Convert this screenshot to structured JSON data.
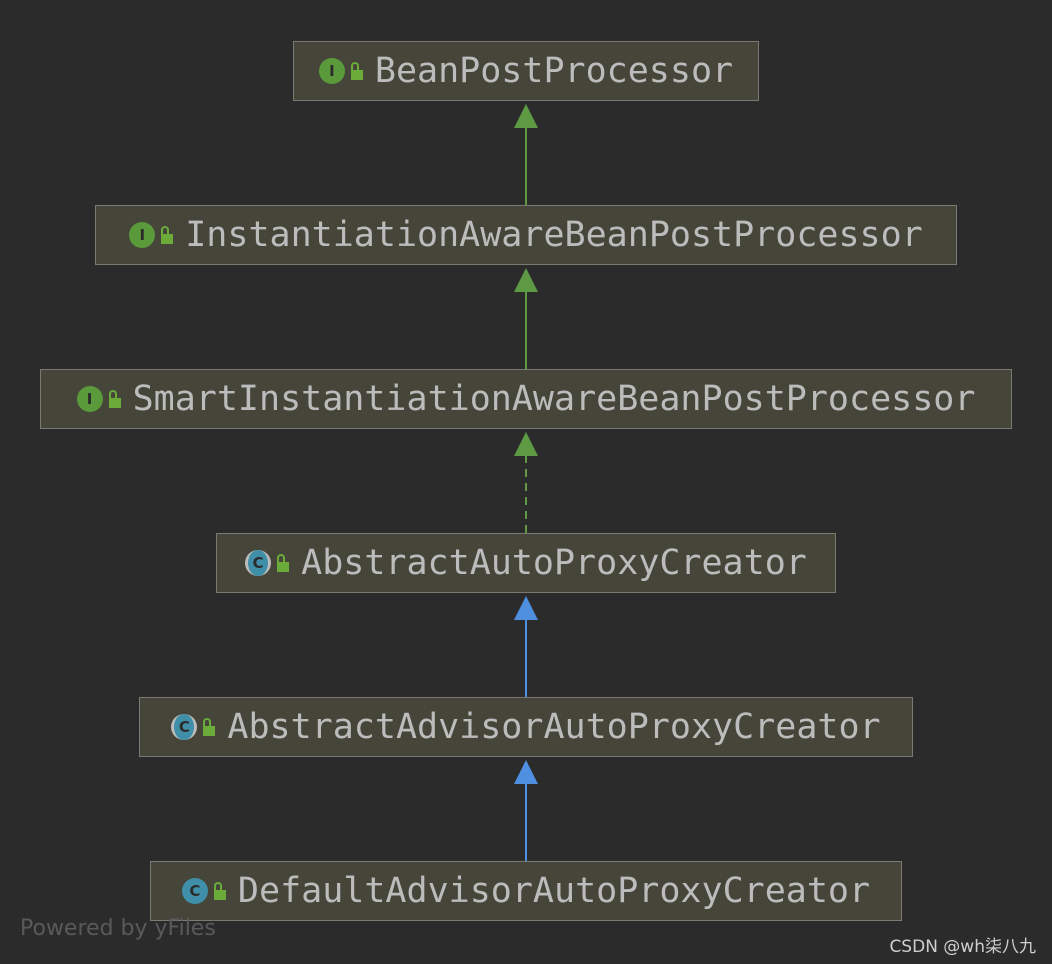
{
  "nodes": {
    "n1": {
      "label": "BeanPostProcessor",
      "kind": "interface",
      "kind_letter": "I"
    },
    "n2": {
      "label": "InstantiationAwareBeanPostProcessor",
      "kind": "interface",
      "kind_letter": "I"
    },
    "n3": {
      "label": "SmartInstantiationAwareBeanPostProcessor",
      "kind": "interface",
      "kind_letter": "I"
    },
    "n4": {
      "label": "AbstractAutoProxyCreator",
      "kind": "abstract-class",
      "kind_letter": "C"
    },
    "n5": {
      "label": "AbstractAdvisorAutoProxyCreator",
      "kind": "abstract-class",
      "kind_letter": "C"
    },
    "n6": {
      "label": "DefaultAdvisorAutoProxyCreator",
      "kind": "class",
      "kind_letter": "C"
    }
  },
  "edges": [
    {
      "from": "n2",
      "to": "n1",
      "type": "extends",
      "style": "solid",
      "color": "#5e9a44"
    },
    {
      "from": "n3",
      "to": "n2",
      "type": "extends",
      "style": "solid",
      "color": "#5e9a44"
    },
    {
      "from": "n4",
      "to": "n3",
      "type": "implements",
      "style": "dashed",
      "color": "#5e9a44"
    },
    {
      "from": "n5",
      "to": "n4",
      "type": "extends",
      "style": "solid",
      "color": "#4f8fe0"
    },
    {
      "from": "n6",
      "to": "n5",
      "type": "extends",
      "style": "solid",
      "color": "#4f8fe0"
    }
  ],
  "colors": {
    "interface_icon": "#5a9a3a",
    "class_icon": "#3f8fa8",
    "lock_icon": "#6aab3a",
    "node_fill": "#45453a",
    "background": "#2b2b2b"
  },
  "footer": {
    "powered_by": "Powered by yFiles",
    "watermark": "CSDN @wh柒八九"
  }
}
